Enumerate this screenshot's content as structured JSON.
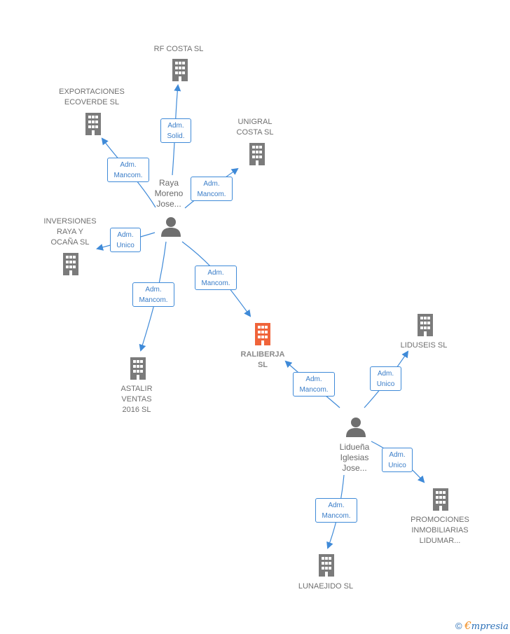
{
  "colors": {
    "edge": "#3f8ad8",
    "company_icon": "#7b7b7b",
    "focus_icon": "#f0643a",
    "person_icon": "#6f6f6f"
  },
  "companies": {
    "rf_costa": "RF COSTA SL",
    "exportaciones": "EXPORTACIONES\nECOVERDE  SL",
    "unigral": "UNIGRAL\nCOSTA SL",
    "inversiones": "INVERSIONES\nRAYA Y\nOCAÑA SL",
    "raliberja": "RALIBERJA\nSL",
    "astalir": "ASTALIR\nVENTAS\n2016  SL",
    "liduseis": "LIDUSEIS  SL",
    "promociones": "PROMOCIONES\nINMOBILIARIAS\nLIDUMAR...",
    "lunaejido": "LUNAEJIDO  SL"
  },
  "persons": {
    "raya": "Raya\nMoreno\nJose...",
    "lidueña": "Lidueña\nIglesias\nJose..."
  },
  "edges": {
    "e1": "Adm.\nSolid.",
    "e2": "Adm.\nMancom.",
    "e3": "Adm.\nMancom.",
    "e4": "Adm.\nUnico",
    "e5": "Adm.\nMancom.",
    "e6": "Adm.\nMancom.",
    "e7": "Adm.\nMancom.",
    "e8": "Adm.\nUnico",
    "e9": "Adm.\nUnico",
    "e10": "Adm.\nMancom."
  },
  "brand": {
    "copyright": "©",
    "e": "€",
    "rest": "mpresia"
  }
}
